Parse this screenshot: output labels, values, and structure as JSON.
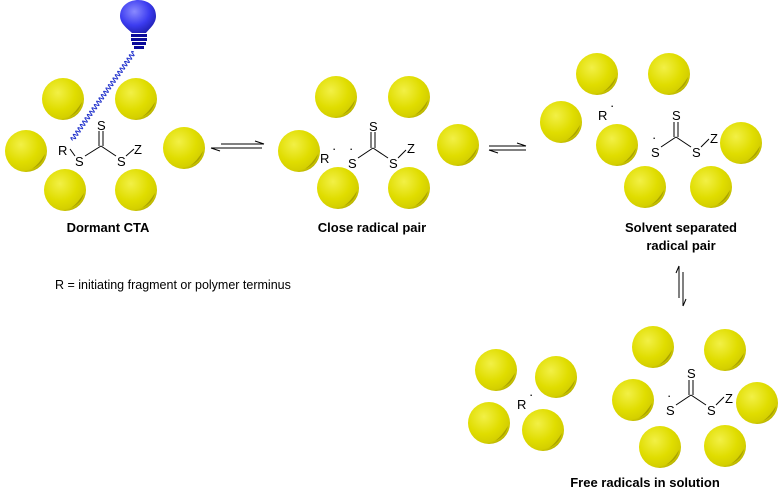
{
  "captions": {
    "dormant": "Dormant CTA",
    "close_pair": "Close radical pair",
    "solvent_sep_line1": "Solvent separated",
    "solvent_sep_line2": "radical pair",
    "free": "Free radicals in solution",
    "legend": "R = initiating fragment or polymer terminus"
  },
  "atoms": {
    "R": "R",
    "S": "S",
    "Z": "Z",
    "radical_dot": "·"
  },
  "colors": {
    "solvent": "#e2e000",
    "solvent_shadow": "#a9a300",
    "bulb": "#3b3bff",
    "bulb_base": "#0b0b9a",
    "wave": "#2233cc"
  },
  "icons": [
    "light-bulb-icon"
  ]
}
